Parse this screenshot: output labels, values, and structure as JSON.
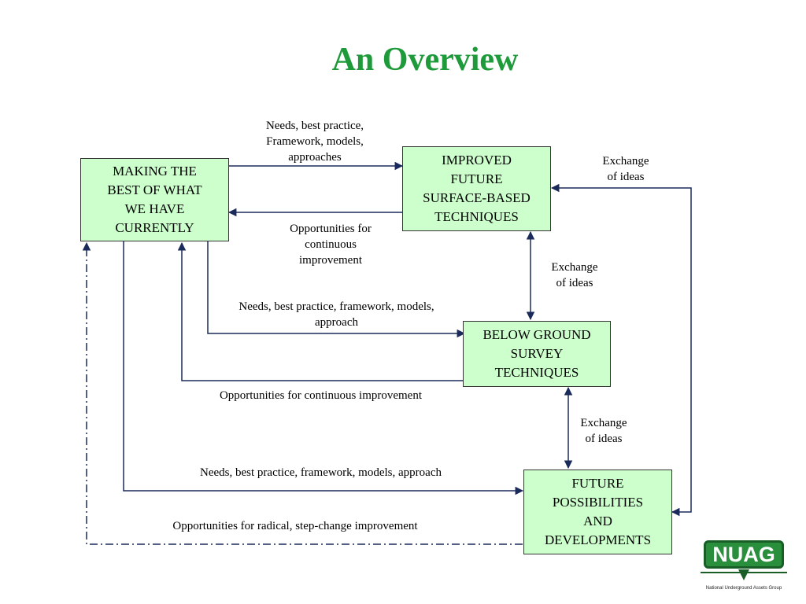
{
  "title": "An Overview",
  "boxes": {
    "making_best": "MAKING THE\nBEST OF WHAT\nWE HAVE\nCURRENTLY",
    "improved_future": "IMPROVED\nFUTURE\nSURFACE-BASED\nTECHNIQUES",
    "below_ground": "BELOW GROUND\nSURVEY\nTECHNIQUES",
    "future_possibilities": "FUTURE\nPOSSIBILITIES\nAND\nDEVELOPMENTS"
  },
  "labels": {
    "needs_top": "Needs, best practice,\nFramework, models,\napproaches",
    "opportunities_top": "Opportunities for\ncontinuous\nimprovement",
    "exchange_right": "Exchange\nof ideas",
    "exchange_middle": "Exchange\nof ideas",
    "needs_middle": "Needs, best practice, framework, models,\napproach",
    "opportunities_middle": "Opportunities for continuous improvement",
    "exchange_lower": "Exchange\nof ideas",
    "needs_bottom": "Needs, best practice, framework, models, approach",
    "opportunities_bottom": "Opportunities for radical, step-change improvement"
  },
  "logo": {
    "name": "NUAG",
    "tagline": "National Underground Assets Group"
  },
  "colors": {
    "title": "#1e9a3a",
    "box_fill": "#ccffcc",
    "line": "#1a2a5a"
  }
}
